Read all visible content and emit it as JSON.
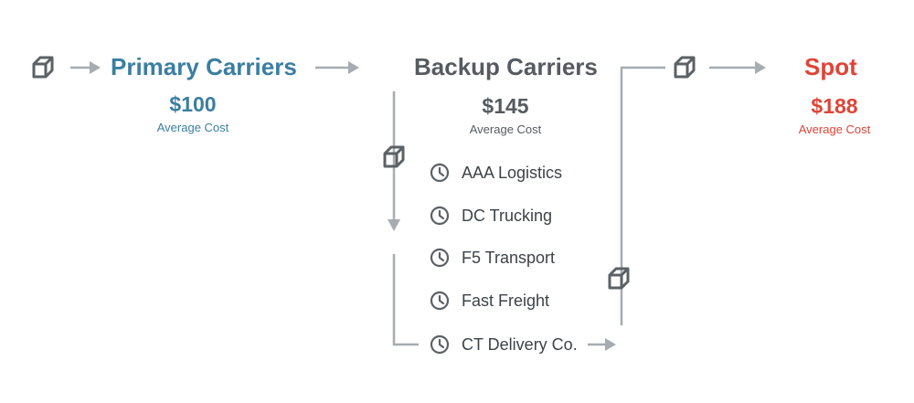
{
  "colors": {
    "primary": "#3b7ea1",
    "backup": "#555b60",
    "spot": "#de4537",
    "line": "#a6acaf",
    "icon": "#5b6165",
    "text": "#3d4347"
  },
  "icons": {
    "package": "package-icon",
    "clock": "clock-icon",
    "arrow": "arrow-right-icon"
  },
  "tiers": {
    "primary": {
      "title": "Primary Carriers",
      "cost": "$100",
      "cost_label": "Average Cost"
    },
    "backup": {
      "title": "Backup Carriers",
      "cost": "$145",
      "cost_label": "Average Cost"
    },
    "spot": {
      "title": "Spot",
      "cost": "$188",
      "cost_label": "Average Cost"
    }
  },
  "backup_carriers": [
    {
      "name": "AAA Logistics"
    },
    {
      "name": "DC Trucking"
    },
    {
      "name": "F5 Transport"
    },
    {
      "name": "Fast Freight"
    },
    {
      "name": "CT Delivery Co."
    }
  ]
}
